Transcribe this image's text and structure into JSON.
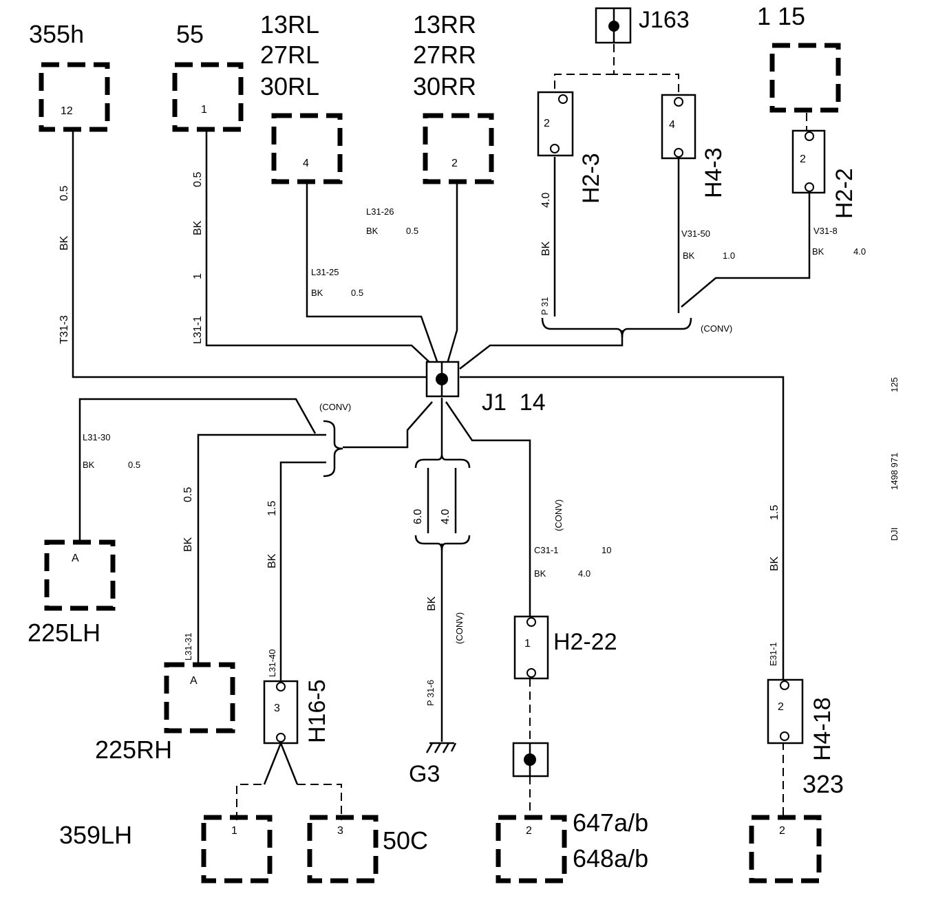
{
  "components": {
    "c355h": {
      "label": "355h",
      "pin": "12"
    },
    "c55": {
      "label": "55",
      "pin": "1"
    },
    "cRL": {
      "label_lines": [
        "13RL",
        "27RL",
        "30RL"
      ],
      "pin": "4"
    },
    "cRR": {
      "label_lines": [
        "13RR",
        "27RR",
        "30RR"
      ],
      "pin": "2"
    },
    "c115": {
      "label": "1 15"
    },
    "c225LH": {
      "label": "225LH",
      "pin": "A"
    },
    "c225RH": {
      "label": "225RH",
      "pin": "A"
    },
    "c359LH": {
      "label": "359LH",
      "pin": "1"
    },
    "c50C": {
      "label": "50C",
      "pin": "3"
    },
    "c647": {
      "label_lines": [
        "647a/b",
        "648a/b"
      ],
      "pin": "2"
    },
    "c323": {
      "label": "323",
      "pin": "2"
    }
  },
  "connectors": {
    "h2_3": {
      "label": "H2-3",
      "pin": "2"
    },
    "h4_3": {
      "label": "H4-3",
      "pin": "4"
    },
    "h2_2": {
      "label": "H2-2",
      "pin": "2"
    },
    "h16_5": {
      "label": "H16-5",
      "pin": "3"
    },
    "h2_22": {
      "label": "H2-22",
      "pin": "1"
    },
    "h4_18": {
      "label": "H4-18",
      "pin": "2"
    }
  },
  "junctions": {
    "j163": "J163",
    "j1_14": "J1  14",
    "ground": "G3"
  },
  "wires": {
    "t31_3": {
      "id": "T31-3",
      "color": "BK",
      "size": "0.5"
    },
    "l31_1": {
      "id": "L31-1",
      "color": "BK",
      "size": "0.5",
      "extra": "1"
    },
    "l31_25": {
      "id": "L31-25",
      "color": "BK",
      "size": "0.5"
    },
    "l31_26": {
      "id": "L31-26",
      "color": "BK",
      "size": "0.5"
    },
    "p31": {
      "id": "P 31",
      "color": "BK",
      "size": "4.0"
    },
    "v31_50": {
      "id": "V31-50",
      "color": "BK",
      "size": "1.0"
    },
    "v31_8": {
      "id": "V31-8",
      "color": "BK",
      "size": "4.0"
    },
    "l31_30": {
      "id": "L31-30",
      "color": "BK",
      "size": "0.5"
    },
    "l31_31": {
      "id": "L31-31",
      "color": "BK",
      "size": "0.5"
    },
    "l31_40": {
      "id": "L31-40",
      "color": "BK",
      "size": "1.5"
    },
    "p31_6": {
      "id": "P 31-6",
      "color": "BK",
      "size_a": "6.0",
      "size_b": "4.0"
    },
    "c31_1": {
      "id": "C31-1",
      "color": "BK",
      "size": "4.0",
      "extra": "10"
    },
    "e31_1": {
      "id": "E31-1",
      "color": "BK",
      "size": "1.5"
    }
  },
  "conv": {
    "top": "(CONV)",
    "left": "(CONV)",
    "c31": "(CONV)",
    "ground": "(CONV)"
  },
  "side_code": {
    "a": "125",
    "b": "1498 971",
    "c": "DJI"
  }
}
